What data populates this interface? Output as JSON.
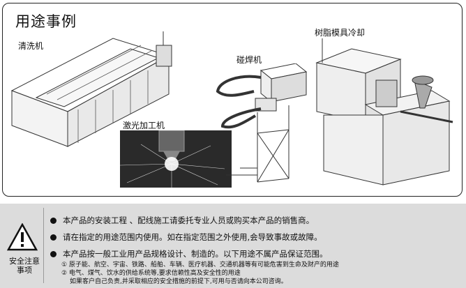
{
  "header": {
    "title": "用途事例"
  },
  "machines": {
    "cleaning": "清洗机",
    "laser": "激光加工机",
    "welding": "碰焊机",
    "injection": "树脂模具冷却"
  },
  "caution": {
    "title": "安全注意事项",
    "bullets": [
      "本产品的安装工程 、配线施工请委托专业人员或购买本产品的销售商。",
      "请在指定的用途范围内使用。如在指定范围之外使用,会导致事故或故障。",
      "本产品按一般工业用产品规格设计、制造的。以下用途不属产品保证范围。"
    ],
    "notes": [
      "① 原子能、航空、宇宙、铁路、船舶、车辆、医疗机器、交通机器等有可能危害到生命及财产的用途",
      "② 电气、煤气、饮水的供给系统等,要求信赖性高及安全性的用途",
      "如果客户自己负责,并采取相应的安全措施的前提下,可用与否请向本公司咨询。"
    ]
  }
}
